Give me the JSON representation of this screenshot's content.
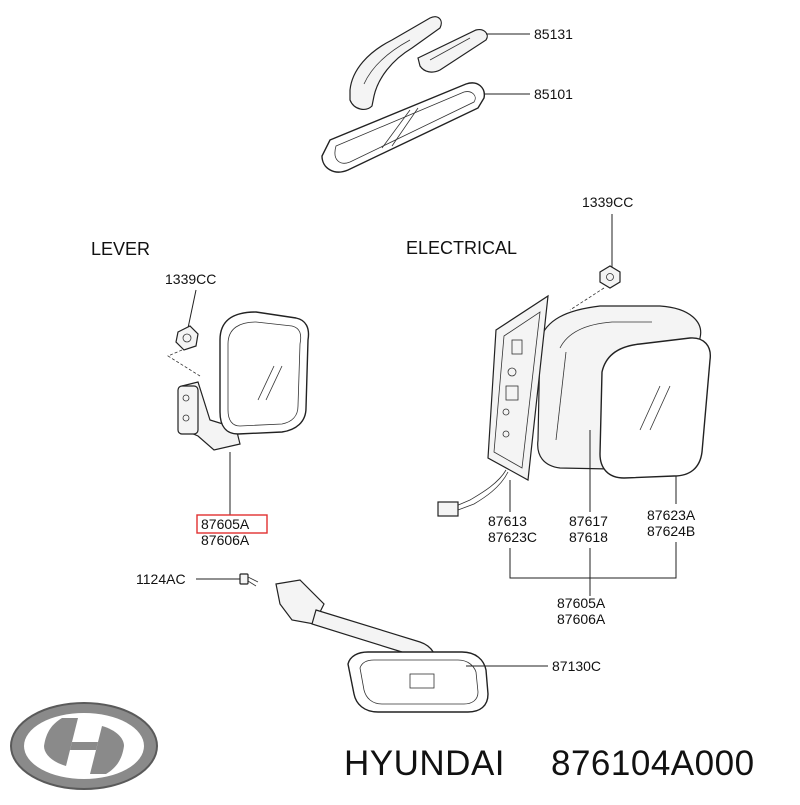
{
  "diagram": {
    "section_lever": "LEVER",
    "section_electrical": "ELECTRICAL",
    "parts": {
      "p85131": "85131",
      "p85101": "85101",
      "p1339cc_right": "1339CC",
      "p1339cc_left": "1339CC",
      "p87605a_left": "87605A",
      "p87606a_left": "87606A",
      "p87613": "87613",
      "p87623c": "87623C",
      "p87617": "87617",
      "p87618": "87618",
      "p87623a": "87623A",
      "p87624b": "87624B",
      "p87605a_bottom": "87605A",
      "p87606a_bottom": "87606A",
      "p1124ac": "1124AC",
      "p87130c": "87130C"
    },
    "highlighted_part": "87605A",
    "highlight_color": "#e03030"
  },
  "footer": {
    "brand": "HYUNDAI",
    "part_number": "876104A000"
  }
}
